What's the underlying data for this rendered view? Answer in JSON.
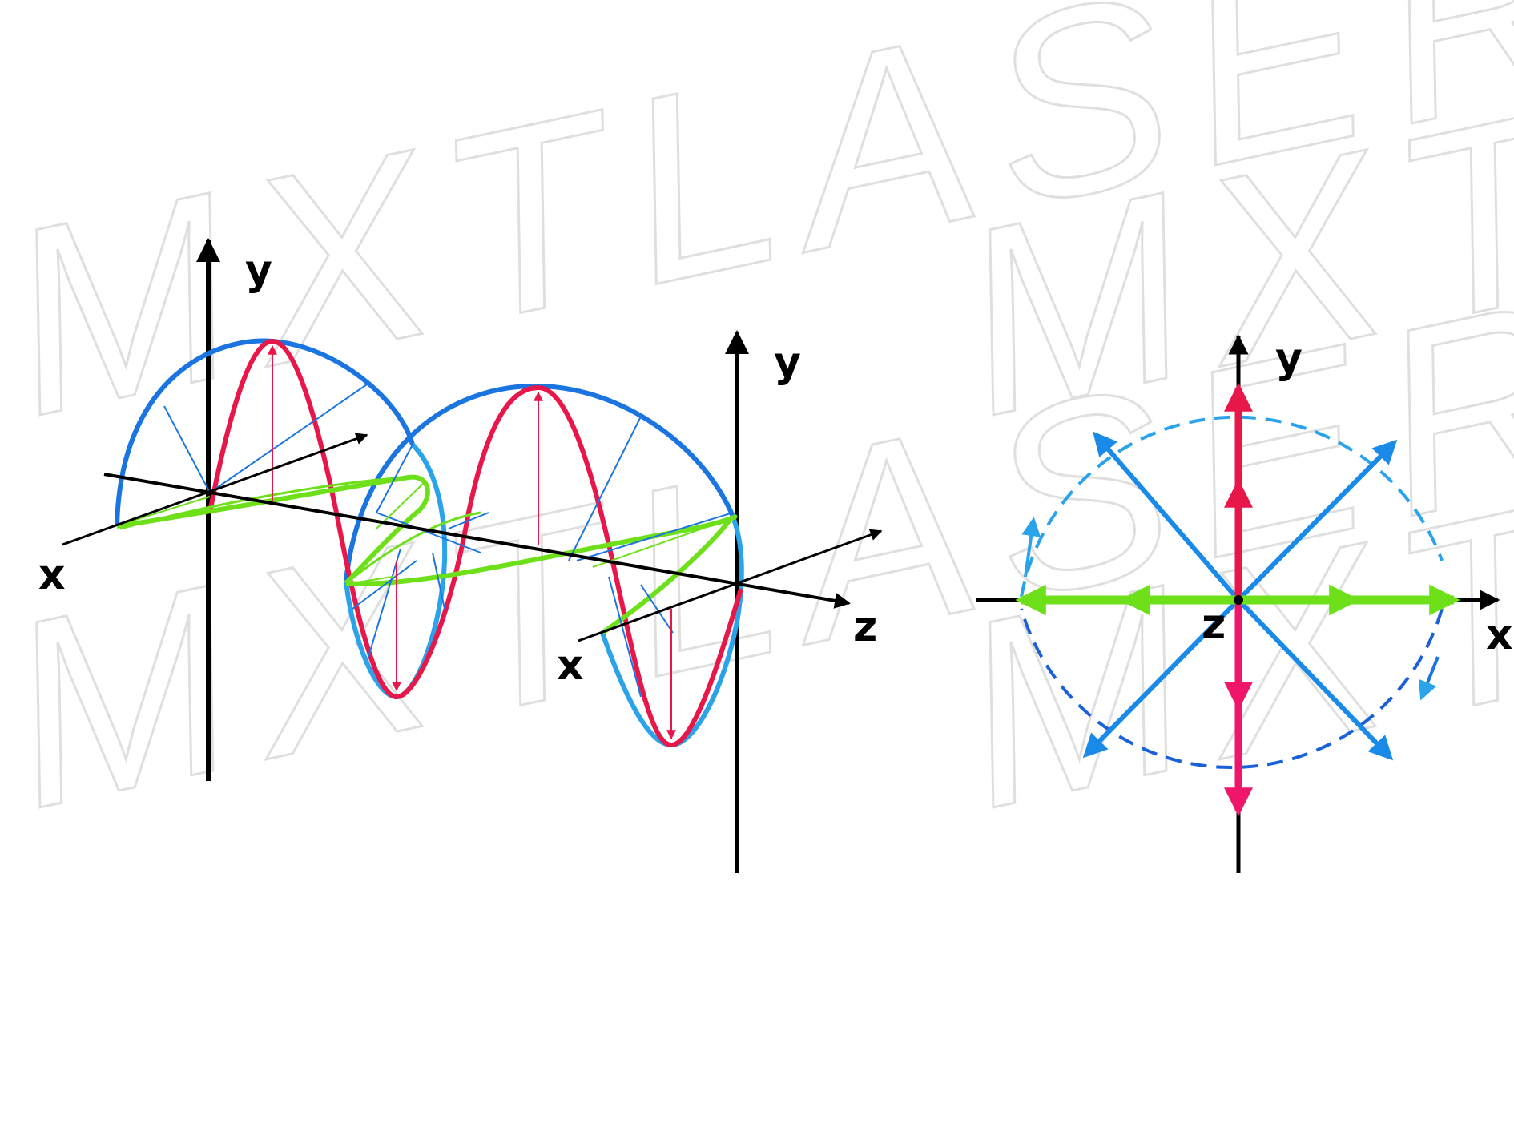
{
  "watermark": {
    "text": "MXTLASER",
    "stroke_color": "#dcdcdc"
  },
  "left_diagram": {
    "labels": {
      "y_axis_1": "y",
      "x_axis_1": "x",
      "y_axis_2": "y",
      "x_axis_2": "x",
      "z_axis": "z"
    }
  },
  "right_diagram": {
    "labels": {
      "y_axis": "y",
      "x_axis": "x",
      "z_axis": "z"
    }
  },
  "colors": {
    "axis": "#000000",
    "wave_red": "#e8174a",
    "wave_blue": "#1a75e0",
    "wave_light_blue": "#2aa3ea",
    "wave_green": "#6ee01a",
    "arrow_pink": "#f0176a"
  }
}
